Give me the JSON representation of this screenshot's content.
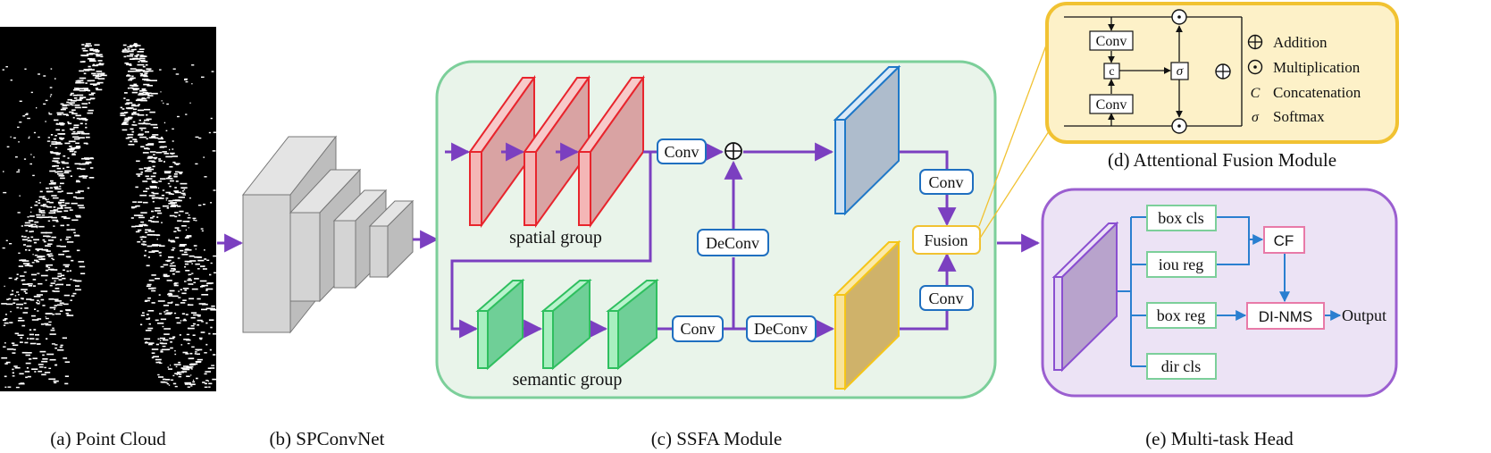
{
  "captions": {
    "a": "(a) Point Cloud",
    "b": "(b) SPConvNet",
    "c": "(c) SSFA Module",
    "d": "(d) Attentional Fusion Module",
    "e": "(e) Multi-task Head"
  },
  "ssfa": {
    "spatial_group": "spatial group",
    "semantic_group": "semantic group",
    "conv_spatial": "Conv",
    "deconv_vertical": "DeConv",
    "conv_semantic": "Conv",
    "deconv_semantic": "DeConv",
    "conv_top": "Conv",
    "conv_bottom": "Conv",
    "fusion": "Fusion"
  },
  "afm": {
    "conv_top": "Conv",
    "conv_bottom": "Conv",
    "concat": "c",
    "sigma": "σ",
    "legend": [
      {
        "symbol": "⊕",
        "label": "Addition"
      },
      {
        "symbol": "⊙",
        "label": "Multiplication"
      },
      {
        "symbol": "C",
        "label": "Concatenation"
      },
      {
        "symbol": "σ",
        "label": "Softmax"
      }
    ]
  },
  "head": {
    "box_cls": "box cls",
    "iou_reg": "iou reg",
    "box_reg": "box reg",
    "dir_cls": "dir cls",
    "cf": "CF",
    "di_nms": "DI-NMS",
    "output": "Output"
  },
  "colors": {
    "arrow_purple": "#7b3fc0",
    "arrow_blue": "#2a7fd0",
    "ssfa_bg": "#e9f4ea",
    "ssfa_border": "#7ccf9a",
    "afm_bg": "#fdf1c8",
    "afm_border": "#f1c232",
    "head_bg": "#ece3f5",
    "head_border": "#9b5fd0",
    "spatial_block": "#d9a3a3",
    "spatial_edge": "#e8252d",
    "semantic_block": "#6fcf97",
    "semantic_edge": "#2fbf5f",
    "blue_feature": "#aebccc",
    "blue_edge": "#1f78c8",
    "yellow_feature": "#cfb26a",
    "yellow_edge": "#f5c518",
    "head_feature": "#b8a3cc",
    "head_feature_edge": "#8a4fd0",
    "conv_box_border": "#1f6fc0",
    "fusion_border": "#f1c232",
    "task_box_border": "#7ccf9a",
    "pink_box_border": "#e87aa8"
  }
}
